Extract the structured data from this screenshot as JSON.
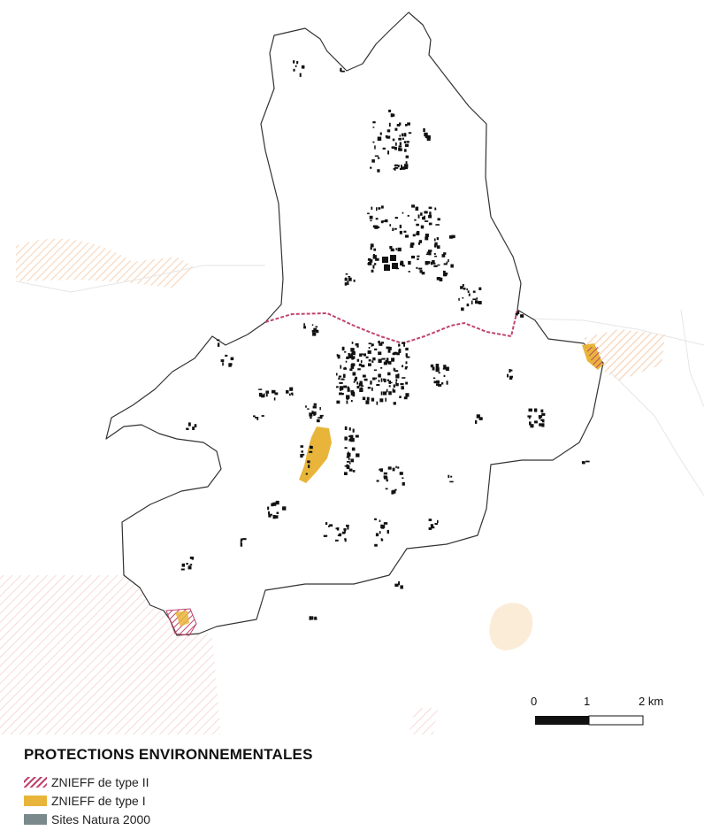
{
  "legend": {
    "title": "PROTECTIONS ENVIRONNEMENTALES",
    "items": [
      {
        "label": "ZNIEFF de type II",
        "color": "#c0446e"
      },
      {
        "label": "ZNIEFF de type I",
        "color": "#e8b53a"
      },
      {
        "label": "Sites Natura 2000",
        "color": "#7a8a8c"
      }
    ]
  },
  "scale_bar": {
    "labels": [
      "0",
      "1",
      "2 km"
    ]
  },
  "colors": {
    "boundary": "#333333",
    "buildings": "#111111",
    "znieff2_hatch": "#c0446e",
    "znieff1_fill": "#e8b53a",
    "outside_zone": "#f9ddc8"
  }
}
